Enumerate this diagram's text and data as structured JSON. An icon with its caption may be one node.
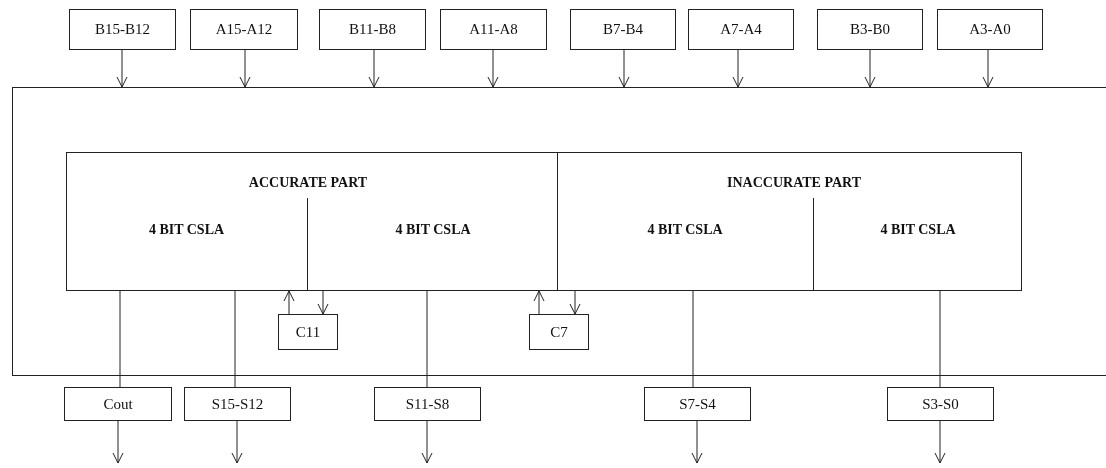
{
  "diagram": {
    "nodes": [
      {
        "text": [
          "B15-B12"
        ]
      },
      {
        "text": [
          "A15-A12"
        ]
      },
      {
        "text": [
          "B11-B8"
        ]
      },
      {
        "text": [
          "A11-A8"
        ]
      },
      {
        "text": [
          "B7-B4"
        ]
      },
      {
        "text": [
          "A7-A4"
        ]
      },
      {
        "text": [
          "B3-B0"
        ]
      },
      {
        "text": [
          "A3-A0"
        ]
      },
      {
        "text": [],
        "shape": "box"
      },
      {
        "text": [
          "ACCURATE PART"
        ],
        "in": 8
      },
      {
        "text": [
          "4 BIT CSLA"
        ],
        "in": 9
      },
      {
        "text": [
          "4 BIT CSLA"
        ],
        "in": 9
      },
      {
        "text": [
          "INACCURATE PART"
        ],
        "in": 8
      },
      {
        "text": [
          "4 BIT CSLA"
        ],
        "in": 12
      },
      {
        "text": [
          "4 BIT CSLA"
        ],
        "in": 12
      },
      {
        "text": [
          "C11"
        ],
        "in": 8
      },
      {
        "text": [
          "C7"
        ],
        "in": 8
      },
      {
        "text": [
          "Cout"
        ]
      },
      {
        "text": [
          "S15-S12"
        ]
      },
      {
        "text": [
          "S11-S8"
        ]
      },
      {
        "text": [
          "S7-S4"
        ]
      },
      {
        "text": [
          "S3-S0"
        ]
      }
    ],
    "edges": [
      {
        "from": 0,
        "to": 8,
        "arrow": "to"
      },
      {
        "from": 1,
        "to": 8,
        "arrow": "to"
      },
      {
        "from": 2,
        "to": 8,
        "arrow": "to"
      },
      {
        "from": 3,
        "to": 8,
        "arrow": "to"
      },
      {
        "from": 4,
        "to": 8,
        "arrow": "to"
      },
      {
        "from": 5,
        "to": 8,
        "arrow": "to"
      },
      {
        "from": 6,
        "to": 8,
        "arrow": "to"
      },
      {
        "from": 7,
        "to": 8,
        "arrow": "to"
      },
      {
        "from": 11,
        "to": 15,
        "arrow": "to"
      },
      {
        "from": 15,
        "to": 10,
        "arrow": "to"
      },
      {
        "from": 13,
        "to": 16,
        "arrow": "to"
      },
      {
        "from": 16,
        "to": 11,
        "arrow": "to"
      },
      {
        "from": 10,
        "to": 17,
        "arrow": "none"
      },
      {
        "from": 10,
        "to": 18,
        "arrow": "none"
      },
      {
        "from": 11,
        "to": 19,
        "arrow": "none"
      },
      {
        "from": 13,
        "to": 20,
        "arrow": "none"
      },
      {
        "from": 14,
        "to": 21,
        "arrow": "none"
      },
      {
        "from": 17,
        "to": null,
        "arrow": "to"
      },
      {
        "from": 18,
        "to": null,
        "arrow": "to"
      },
      {
        "from": 19,
        "to": null,
        "arrow": "to"
      },
      {
        "from": 20,
        "to": null,
        "arrow": "to"
      },
      {
        "from": 21,
        "to": null,
        "arrow": "to"
      }
    ]
  }
}
